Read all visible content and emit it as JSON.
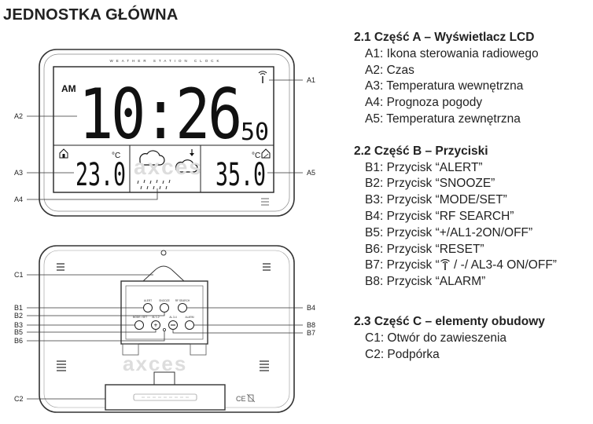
{
  "title": "JEDNOSTKA GŁÓWNA",
  "device": {
    "banner": "WEATHER STATION CLOCK",
    "ampm": "AM",
    "time": "10:26",
    "seconds": "50",
    "temp_in": "23.0",
    "temp_out": "35.0",
    "deg": "°C",
    "watermark": "axces",
    "buttons": [
      "ALERT",
      "SNOOZE",
      "RF SEARCH",
      "MODE / SET",
      "AL 1-2",
      "AL 3-4",
      "ALARM"
    ],
    "ce_mark": "CE"
  },
  "callouts": {
    "A1": "A1",
    "A2": "A2",
    "A3": "A3",
    "A4": "A4",
    "A5": "A5",
    "C1": "C1",
    "C2": "C2",
    "B1": "B1",
    "B2": "B2",
    "B3": "B3",
    "B4": "B4",
    "B5": "B5",
    "B6": "B6",
    "B7": "B7",
    "B8": "B8"
  },
  "sections": [
    {
      "heading": "2.1 Część A – Wyświetlacz LCD",
      "items": [
        "A1: Ikona sterowania radiowego",
        "A2: Czas",
        "A3: Temperatura wewnętrzna",
        "A4: Prognoza pogody",
        "A5: Temperatura zewnętrzna"
      ]
    },
    {
      "heading": "2.2 Część B – Przyciski",
      "items": [
        "B1: Przycisk “ALERT”",
        "B2: Przycisk “SNOOZE”",
        "B3: Przycisk “MODE/SET”",
        "B4: Przycisk “RF SEARCH”",
        "B5: Przycisk “+/AL1-2ON/OFF”",
        "B6: Przycisk “RESET”"
      ],
      "b7_prefix": "B7: Przycisk “",
      "b7_suffix": " / -/ AL3-4 ON/OFF”",
      "b8": "B8: Przycisk “ALARM”"
    },
    {
      "heading": "2.3 Część C – elementy obudowy",
      "items": [
        "C1: Otwór do zawieszenia",
        "C2: Podpórka"
      ]
    }
  ]
}
